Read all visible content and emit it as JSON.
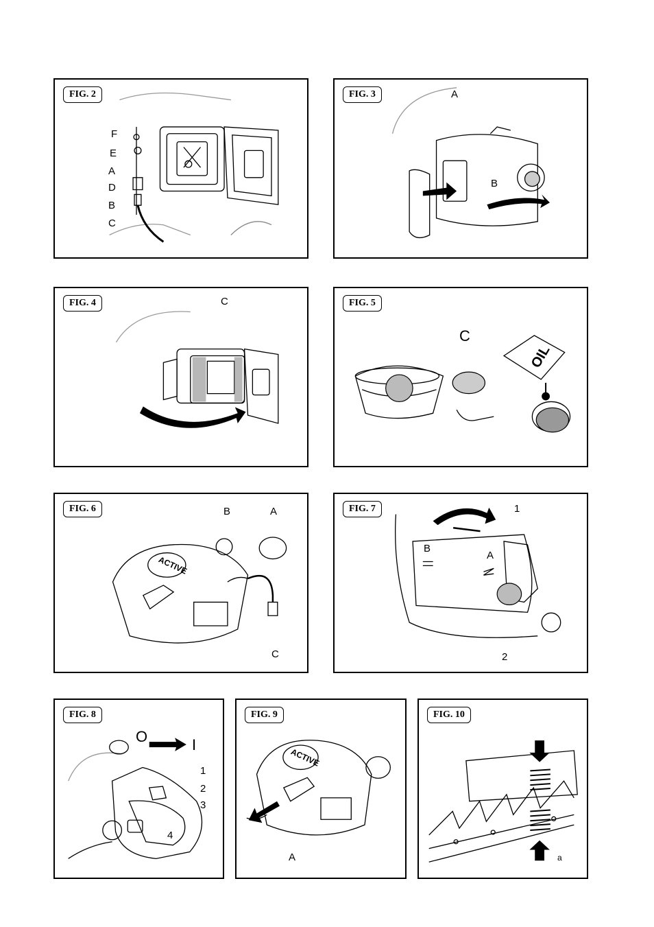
{
  "figures": {
    "fig2": {
      "label": "FIG. 2",
      "callouts": [
        "F",
        "E",
        "A",
        "D",
        "B",
        "C"
      ]
    },
    "fig3": {
      "label": "FIG. 3",
      "callouts": [
        "A",
        "B"
      ]
    },
    "fig4": {
      "label": "FIG. 4",
      "callouts": [
        "C"
      ]
    },
    "fig5": {
      "label": "FIG. 5",
      "callouts": [
        "C"
      ],
      "sign_text": "OIL"
    },
    "fig6": {
      "label": "FIG. 6",
      "callouts": [
        "B",
        "A",
        "C"
      ],
      "logo_text": "ACTIVE"
    },
    "fig7": {
      "label": "FIG. 7",
      "callouts": [
        "1",
        "B",
        "A",
        "2"
      ]
    },
    "fig8": {
      "label": "FIG. 8",
      "callouts": [
        "O",
        "I",
        "1",
        "2",
        "3",
        "4"
      ]
    },
    "fig9": {
      "label": "FIG. 9",
      "callouts": [
        "A"
      ],
      "logo_text": "ACTIVE"
    },
    "fig10": {
      "label": "FIG. 10",
      "callouts": [
        "a"
      ]
    }
  }
}
